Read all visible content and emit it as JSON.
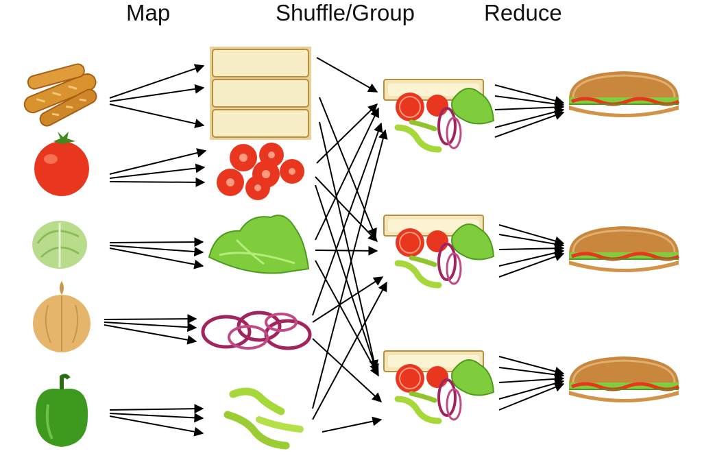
{
  "headings": {
    "map": "Map",
    "shuffle": "Shuffle/Group",
    "reduce": "Reduce"
  },
  "colors": {
    "bread": "#d9932e",
    "bread_dark": "#a85f15",
    "tomato": "#e8371e",
    "tomato_light": "#ff8a6a",
    "lettuce": "#7fcd3c",
    "lettuce_dark": "#4e9a1f",
    "cabbage": "#b9dc8c",
    "onion": "#e4b56a",
    "onion_ring": "#a1245e",
    "pepper": "#3e9a1f",
    "pepper_slice": "#a6d83a",
    "roll": "#c8873d",
    "arrow": "#000000"
  },
  "diagram": {
    "inputs": [
      "baguette-icon",
      "tomato-icon",
      "lettuce-icon",
      "onion-icon",
      "green-pepper-icon"
    ],
    "mapped": [
      "bread-slices-icon",
      "tomato-slices-icon",
      "lettuce-leaves-icon",
      "onion-rings-icon",
      "pepper-strips-icon"
    ],
    "grouped": [
      "ingredient-group-icon",
      "ingredient-group-icon",
      "ingredient-group-icon"
    ],
    "outputs": [
      "sandwich-icon",
      "sandwich-icon",
      "sandwich-icon"
    ]
  }
}
